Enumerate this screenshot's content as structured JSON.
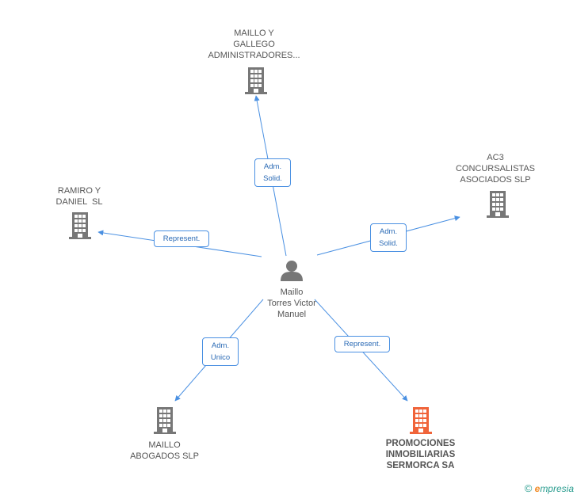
{
  "center": {
    "name_lines": [
      "Maillo",
      "Torres Victor",
      "Manuel"
    ]
  },
  "nodes": {
    "top": {
      "lines": [
        "MAILLO Y",
        "GALLEGO",
        "ADMINISTRADORES..."
      ]
    },
    "right": {
      "lines": [
        "AC3",
        "CONCURSALISTAS",
        "ASOCIADOS SLP"
      ]
    },
    "left": {
      "lines": [
        "RAMIRO Y",
        "DANIEL  SL"
      ]
    },
    "bottom_left": {
      "lines": [
        "MAILLO",
        "ABOGADOS SLP"
      ]
    },
    "bottom_right": {
      "lines": [
        "PROMOCIONES",
        "INMOBILIARIAS",
        "SERMORCA SA"
      ]
    }
  },
  "edges": {
    "top": {
      "lines": [
        "Adm.",
        "Solid."
      ]
    },
    "right": {
      "lines": [
        "Adm.",
        "Solid."
      ]
    },
    "left": {
      "lines": [
        "Represent."
      ]
    },
    "bottom_left": {
      "lines": [
        "Adm.",
        "Unico"
      ]
    },
    "bottom_right": {
      "lines": [
        "Represent."
      ]
    }
  },
  "colors": {
    "edge": "#4a90e2",
    "building": "#777777",
    "highlight_building": "#f0643a",
    "person": "#777777"
  },
  "footer": {
    "copyright": "©",
    "brand_e": "e",
    "brand_rest": "mpresia"
  }
}
